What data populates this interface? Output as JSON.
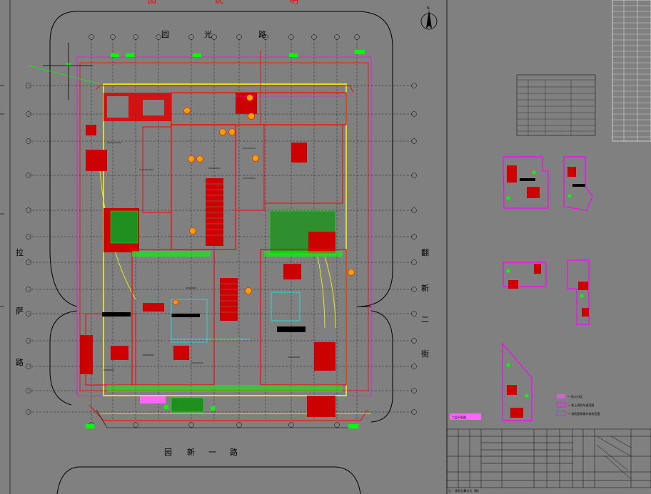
{
  "drawing": {
    "title_fragments": [
      "图",
      "说",
      "明"
    ],
    "roads": {
      "north": [
        "园",
        "光",
        "路"
      ],
      "west": [
        "拉",
        "萨",
        "路"
      ],
      "east": [
        "翻",
        "新",
        "二",
        "街"
      ],
      "south": [
        "园",
        "新",
        "一",
        "路"
      ]
    },
    "compass_label": "N",
    "plan_caption": "二层平面图",
    "legend_items": [
      "一 防火分区",
      "一 地上消防车道范围",
      "一 消防登高操作场地范围"
    ],
    "table_note": "注：  面积计算方式（略）"
  },
  "colors": {
    "background": "#808080",
    "building": "#ff0000",
    "boundary_yellow": "#ffff00",
    "green": "#00ff00",
    "magenta": "#ff00ff",
    "cyan": "#00ffff",
    "lines": "#000000"
  }
}
